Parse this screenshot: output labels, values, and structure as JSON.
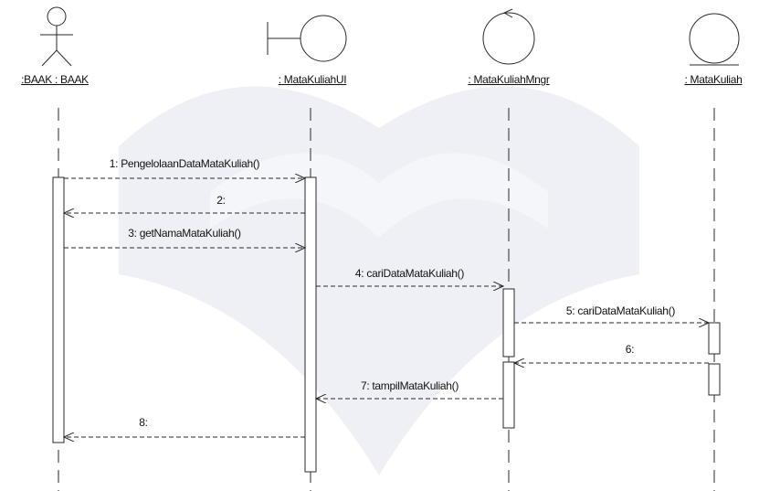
{
  "participants": [
    {
      "id": "baak",
      "type": "actor",
      "label": ":BAAK : BAAK"
    },
    {
      "id": "ui",
      "type": "boundary",
      "label": ": MataKuliahUI"
    },
    {
      "id": "mngr",
      "type": "control",
      "label": ": MataKuliahMngr"
    },
    {
      "id": "entity",
      "type": "entity",
      "label": ": MataKuliah"
    }
  ],
  "messages": [
    {
      "n": 1,
      "label": "1: PengelolaanDataMataKuliah()",
      "from": "baak",
      "to": "ui",
      "kind": "call"
    },
    {
      "n": 2,
      "label": "2:",
      "from": "ui",
      "to": "baak",
      "kind": "return"
    },
    {
      "n": 3,
      "label": "3: getNamaMataKuliah()",
      "from": "baak",
      "to": "ui",
      "kind": "call"
    },
    {
      "n": 4,
      "label": "4: cariDataMataKuliah()",
      "from": "ui",
      "to": "mngr",
      "kind": "call"
    },
    {
      "n": 5,
      "label": "5: cariDataMataKuliah()",
      "from": "mngr",
      "to": "entity",
      "kind": "call"
    },
    {
      "n": 6,
      "label": "6:",
      "from": "entity",
      "to": "mngr",
      "kind": "return"
    },
    {
      "n": 7,
      "label": "7: tampilMataKuliah()",
      "from": "mngr",
      "to": "ui",
      "kind": "return"
    },
    {
      "n": 8,
      "label": "8:",
      "from": "ui",
      "to": "baak",
      "kind": "return"
    }
  ],
  "colors": {
    "line": "#2a2a2a",
    "watermark": "#eef0f5"
  }
}
